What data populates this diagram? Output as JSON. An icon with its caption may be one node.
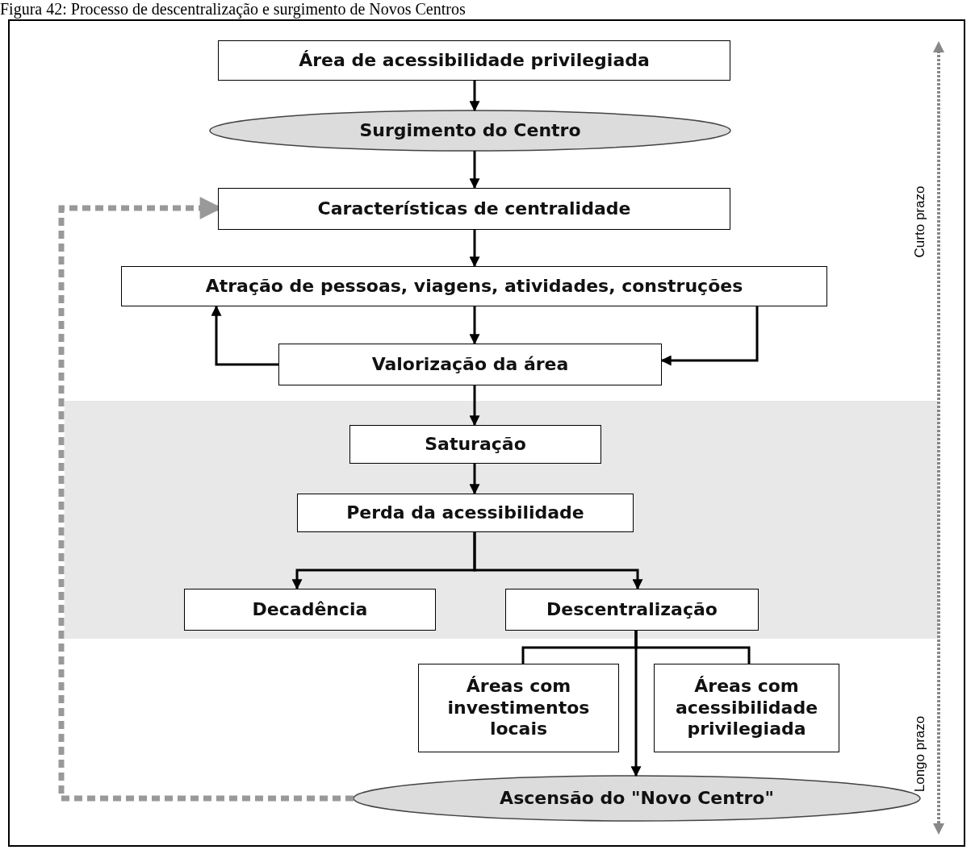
{
  "diagram": {
    "title": "Figura 42: Processo de descentralização e surgimento de Novos Centros",
    "nodes": [
      {
        "text": [
          "Área de acessibilidade privilegiada"
        ]
      },
      {
        "text": [
          "Surgimento do Centro"
        ]
      },
      {
        "text": [
          "Características de centralidade"
        ]
      },
      {
        "text": [
          "Atração de pessoas, viagens, atividades, construções"
        ]
      },
      {
        "text": [
          "Valorização da área"
        ]
      },
      {
        "text": [
          "Saturação"
        ]
      },
      {
        "text": [
          "Perda da acessibilidade"
        ]
      },
      {
        "text": [
          "Decadência"
        ]
      },
      {
        "text": [
          "Descentralização"
        ]
      },
      {
        "text": [
          "Áreas com investimentos locais"
        ]
      },
      {
        "text": [
          "Áreas com acessibilidade privilegiada"
        ]
      },
      {
        "text": [
          "Ascensão do \"Novo Centro\""
        ]
      }
    ],
    "edges": [
      {
        "from": 0,
        "to": 1,
        "arrow": "to"
      },
      {
        "from": 1,
        "to": 2,
        "arrow": "to"
      },
      {
        "from": 2,
        "to": 3,
        "arrow": "to"
      },
      {
        "from": 3,
        "to": 4,
        "arrow": "to"
      },
      {
        "from": 4,
        "to": 3,
        "arrow": "to"
      },
      {
        "from": 3,
        "to": 4,
        "arrow": "to"
      },
      {
        "from": 4,
        "to": 5,
        "arrow": "to"
      },
      {
        "from": 5,
        "to": 6,
        "arrow": "to"
      },
      {
        "from": 6,
        "to": 7,
        "arrow": "to"
      },
      {
        "from": 6,
        "to": 8,
        "arrow": "to"
      },
      {
        "from": 8,
        "to": 9,
        "arrow": "none"
      },
      {
        "from": 8,
        "to": 10,
        "arrow": "none"
      },
      {
        "from": 8,
        "to": 11,
        "arrow": "to"
      },
      {
        "from": 11,
        "to": 2,
        "arrow": "to",
        "style": "dashed",
        "color": "#999999"
      }
    ],
    "labels": [
      "Curto prazo",
      "Longo prazo"
    ]
  }
}
